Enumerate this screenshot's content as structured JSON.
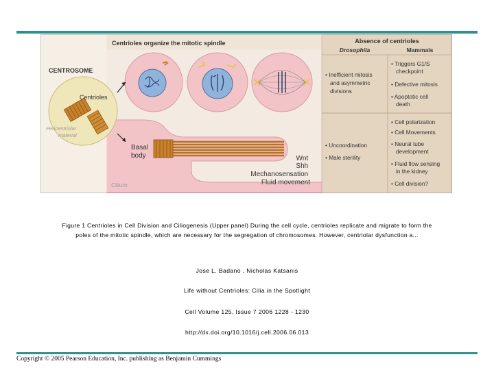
{
  "figure": {
    "header_left": "Centrioles organize the mitotic spindle",
    "header_right": "Absence of centrioles",
    "col_drosophila": "Drosophila",
    "col_mammals": "Mammals",
    "centrosome": "CENTROSOME",
    "centrioles": "Centrioles",
    "pericentriolar": [
      "Pericentriolar",
      "material"
    ],
    "basal_body": [
      "Basal",
      "body"
    ],
    "cilium": "Cilium",
    "signals": [
      "Wnt",
      "Shh",
      "Mechanosensation",
      "Fluid movement"
    ],
    "drosophila_top": [
      "• Inefficient mitosis",
      "and asymmetric",
      "divisions"
    ],
    "mammals_top": [
      "• Triggers G1/S",
      "checkpoint",
      "• Defective mitosis",
      "• Apoptotic cell",
      "death"
    ],
    "drosophila_bottom": [
      "• Uncoordination",
      "• Male sterility"
    ],
    "mammals_bottom": [
      "• Cell polarization",
      "• Cell Movements",
      "• Neural tube",
      "development",
      "• Fluid flow sensing",
      "in the kidney",
      "• Cell division?"
    ],
    "colors": {
      "cell_pink": "#f2c4c8",
      "nucleus_blue": "#8fb3dc",
      "centriole_orange": "#c8822c",
      "panel_tan": "#e8d9c5",
      "header_bg": "#f4ece0"
    }
  },
  "caption": {
    "line1": "Figure 1   Centrioles in Cell Division and Ciliogenesis  (Upper panel) During the cell cycle, centrioles replicate and migrate to form the",
    "line2": "poles of the mitotic spindle, which are necessary for the segregation of chromosomes. However, centriolar dysfunction a..."
  },
  "authors": "Jose L.  Badano , Nicholas  Katsanis",
  "title": "Life without Centrioles: Cilia in the Spotlight",
  "citation": "Cell Volume 125, Issue 7 2006 1228 - 1230",
  "doi": "http://dx.doi.org/10.1016/j.cell.2006.06.013",
  "copyright": "Copyright © 2005 Pearson Education, Inc. publishing as Benjamin Cummings"
}
